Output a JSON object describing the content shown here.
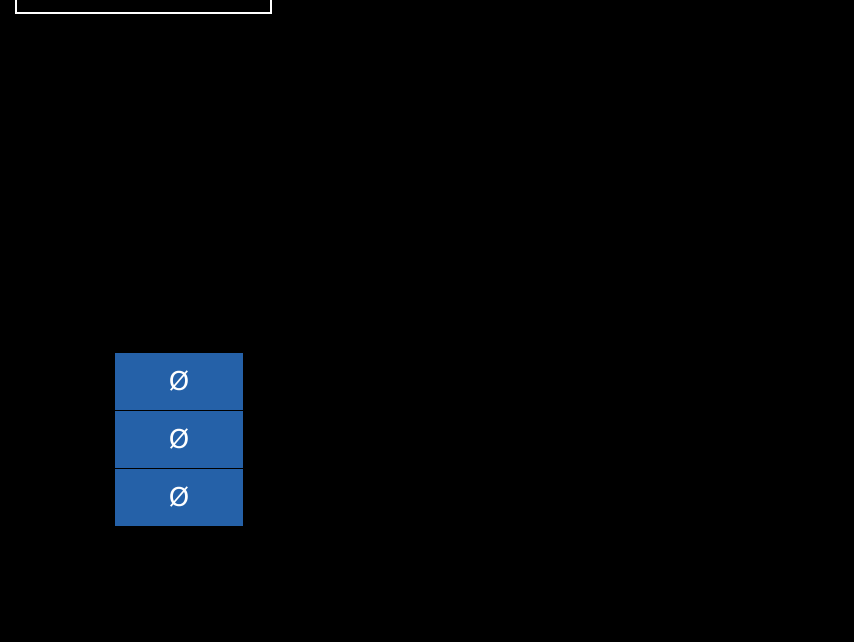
{
  "colors": {
    "background": "#000000",
    "bracket": "#ffffff",
    "cell_fill": "#2561a8",
    "cell_text": "#ffffff"
  },
  "top_bracket": {
    "label": ""
  },
  "cells": [
    {
      "symbol": "Ø"
    },
    {
      "symbol": "Ø"
    },
    {
      "symbol": "Ø"
    }
  ]
}
